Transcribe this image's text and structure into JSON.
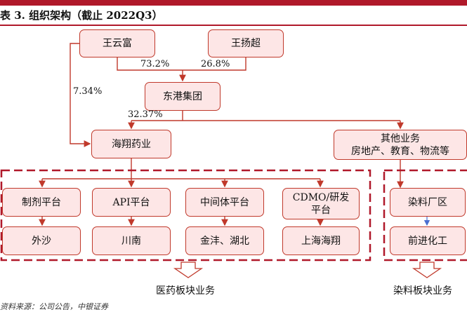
{
  "title": "表 3. 组织架构（截止 2022Q3）",
  "nodes": {
    "wang_yunfu": "王云富",
    "wang_yangchao": "王扬超",
    "donggang_group": "东港集团",
    "haixiang_pharma": "海翔药业",
    "other_business_line1": "其他业务",
    "other_business_line2": "房地产、教育、物流等",
    "formulation_platform": "制剂平台",
    "api_platform": "API平台",
    "intermediate_platform": "中间体平台",
    "cdmo_platform_line1": "CDMO/研发",
    "cdmo_platform_line2": "平台",
    "dye_plant": "染料厂区",
    "waisha": "外沙",
    "chuannan": "川南",
    "jinyang_hubei": "金沣、湖北",
    "shanghai_haixiang": "上海海翔",
    "qianjin_chemical": "前进化工"
  },
  "percentages": {
    "wang_yunfu_to_donggang": "73.2%",
    "wang_yangchao_to_donggang": "26.8%",
    "wang_yunfu_to_haixiang": "7.34%",
    "donggang_to_haixiang": "32.37%"
  },
  "segments": {
    "pharma": "医药板块业务",
    "dye": "染料板块业务"
  },
  "source": "资料来源：公司公告，中银证券",
  "colors": {
    "brand_red": "#b0192a",
    "node_border": "#c0392b",
    "node_fill": "#fde6e6",
    "dashed_frame": "#b0192a",
    "connector": "#c0392b",
    "dye_connector": "#4a6fd1"
  }
}
